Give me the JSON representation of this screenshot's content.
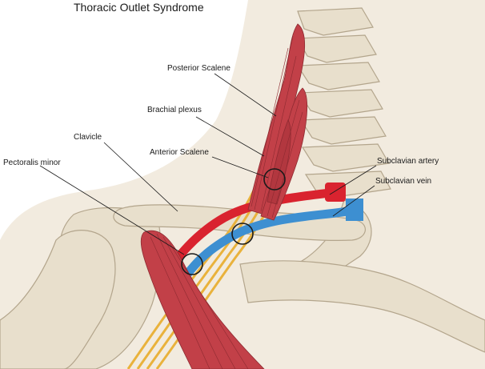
{
  "title": "Thoracic Outlet Syndrome",
  "labels": {
    "posterior_scalene": "Posterior Scalene",
    "brachial_plexus": "Brachial plexus",
    "clavicle": "Clavicle",
    "anterior_scalene": "Anterior Scalene",
    "pectoralis_minor": "Pectoralis minor",
    "subclavian_artery": "Subclavian artery",
    "subclavian_vein": "Subclavian vein"
  },
  "colors": {
    "skin": "#f2ebdf",
    "bone": "#e8dfcc",
    "bone_outline": "#b3a58c",
    "muscle": "#c24048",
    "muscle_dark": "#8e2a31",
    "nerve": "#e9b23c",
    "artery": "#d9232f",
    "vein": "#3d8fd1",
    "marker": "#1a1a1a"
  }
}
